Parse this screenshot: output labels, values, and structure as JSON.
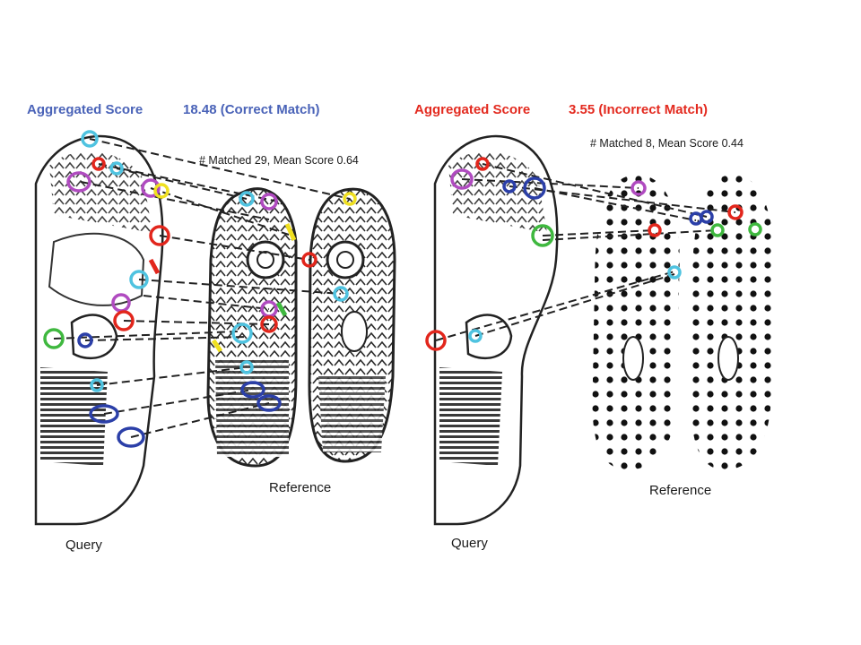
{
  "left_panel": {
    "score_label": "Aggregated Score",
    "score_value": "18.48 (Correct Match)",
    "match_stats": "# Matched 29, Mean Score 0.64",
    "query_caption": "Query",
    "reference_caption": "Reference",
    "score_color": "#4a63b8"
  },
  "right_panel": {
    "score_label": "Aggregated Score",
    "score_value": "3.55 (Incorrect Match)",
    "match_stats": "# Matched 8, Mean Score 0.44",
    "query_caption": "Query",
    "reference_caption": "Reference",
    "score_color": "#e32a1f"
  },
  "keypoint_colors": {
    "cyan": "#4fc3e0",
    "magenta": "#b04bc0",
    "red": "#e2261c",
    "green": "#3fb83f",
    "blue": "#2b3fa8",
    "yellow": "#f0e020"
  }
}
